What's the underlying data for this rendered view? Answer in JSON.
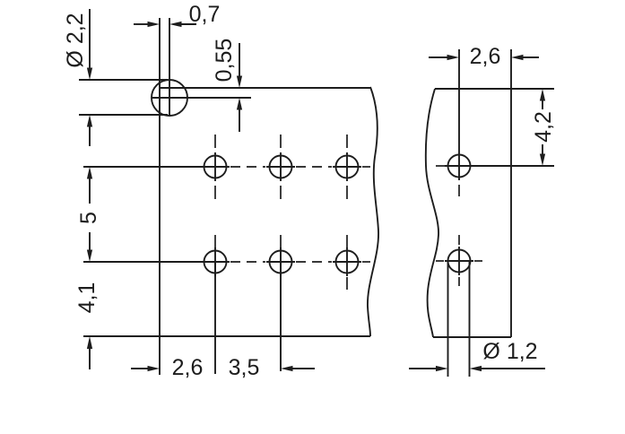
{
  "colors": {
    "ink": "#1d1d1d",
    "background": "#ffffff"
  },
  "drawing": {
    "type": "technical-dimension-drawing",
    "views": {
      "left": {
        "description": "panel drilling pattern with one large hole and two rows of three small holes",
        "dimensions": {
          "large_hole_diameter": "Ø 2,2",
          "hole_center_offset_x": "0,7",
          "hole_center_offset_y": "0,55",
          "row_spacing": "5",
          "bottom_row_to_edge": "4,1",
          "edge_to_first_column": "2,6",
          "column_spacing": "3,5"
        }
      },
      "right": {
        "description": "right panel section with two small holes in one column",
        "dimensions": {
          "hole_center_to_right_edge": "2,6",
          "top_edge_to_first_row": "4,2",
          "small_hole_diameter": "Ø 1,2"
        }
      }
    }
  }
}
